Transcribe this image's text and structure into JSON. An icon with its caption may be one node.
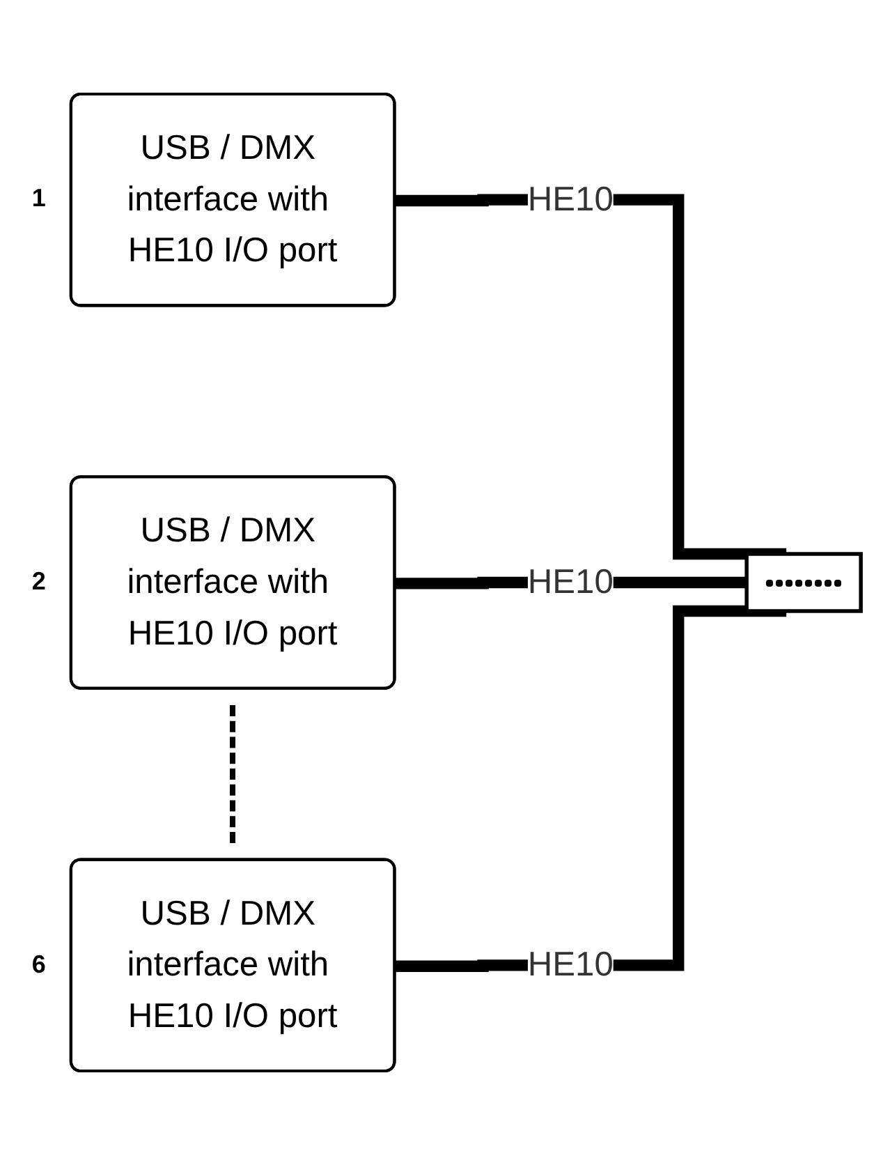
{
  "diagram": {
    "nodes": [
      {
        "text": [
          "USB / DMX interface with HE10 I/O port"
        ],
        "beside": [
          "1"
        ]
      },
      {
        "text": [
          "USB / DMX interface with HE10 I/O port"
        ],
        "beside": [
          "2"
        ]
      },
      {
        "text": [
          "USB / DMX interface with HE10 I/O port"
        ],
        "beside": [
          "6"
        ]
      },
      {
        "text": [],
        "shape": "box"
      }
    ],
    "edges": [
      {
        "from": 0,
        "to": 3,
        "arrow": "none",
        "label": "HE10"
      },
      {
        "from": 1,
        "to": 3,
        "arrow": "none",
        "label": "HE10"
      },
      {
        "from": 2,
        "to": 3,
        "arrow": "none",
        "label": "HE10"
      }
    ]
  }
}
